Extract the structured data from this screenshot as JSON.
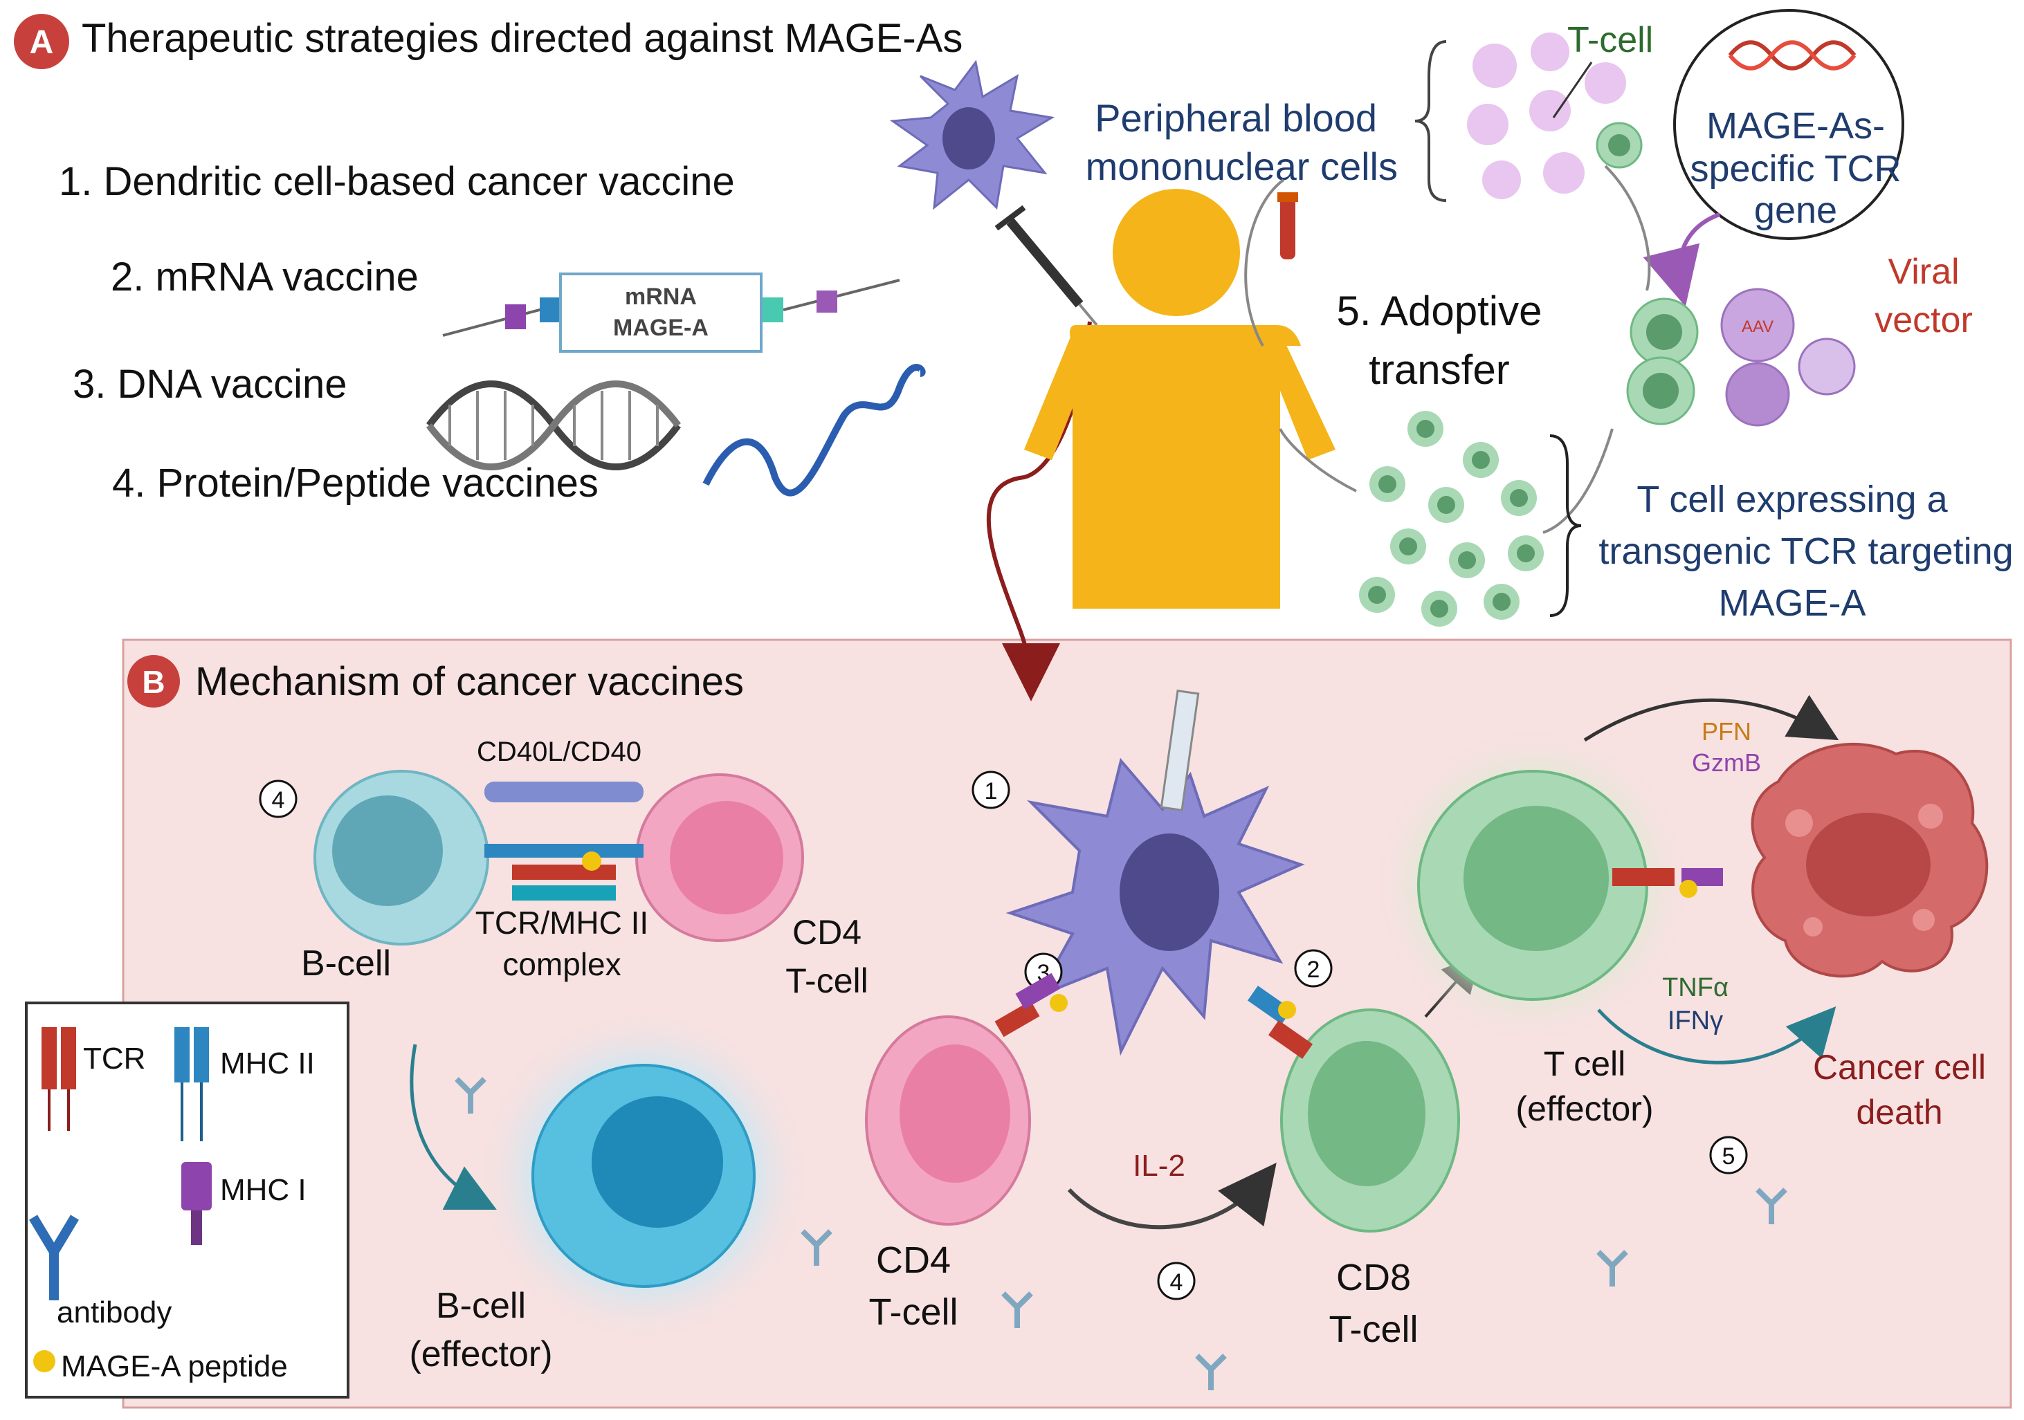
{
  "panel_a": {
    "badge": "A",
    "title": "Therapeutic strategies directed against MAGE-As",
    "strategies": [
      "1.  Dendritic cell-based cancer vaccine",
      "2. mRNA vaccine",
      "3. DNA vaccine",
      "4. Protein/Peptide vaccines"
    ],
    "mrna_box": [
      "mRNA",
      "MAGE-A"
    ],
    "pbmc_label": [
      "Peripheral blood",
      "mononuclear cells"
    ],
    "tcell_label": "T-cell",
    "tcr_gene_label": [
      "MAGE-As-",
      "specific TCR",
      "gene"
    ],
    "viral_vector_label": [
      "Viral",
      "vector"
    ],
    "adoptive_label": [
      "5. Adoptive",
      "transfer"
    ],
    "transgenic_label": [
      "T cell expressing a",
      "transgenic  TCR targeting",
      "MAGE-A"
    ],
    "aav_label": "AAV"
  },
  "panel_b": {
    "badge": "B",
    "title": "Mechanism of cancer vaccines",
    "cd40_label": "CD40L/CD40",
    "bcell_label": "B-cell",
    "tcr_mhc_label": [
      "TCR/MHC II",
      "complex"
    ],
    "cd4_top_label": [
      "CD4",
      "T-cell"
    ],
    "bcell_effector_label": [
      "B-cell",
      "(effector)"
    ],
    "cd4_bottom_label": [
      "CD4",
      "T-cell"
    ],
    "il2_label": "IL-2",
    "cd8_label": [
      "CD8",
      "T-cell"
    ],
    "teff_label": [
      "T cell",
      "(effector)"
    ],
    "pfn_label": "PFN",
    "gzmb_label": "GzmB",
    "tnfa_label": "TNFα",
    "ifng_label": "IFNγ",
    "cancer_death_label": [
      "Cancer cell",
      "death"
    ],
    "step_numbers": [
      "1",
      "2",
      "3",
      "4",
      "4",
      "5"
    ]
  },
  "legend": {
    "tcr": "TCR",
    "mhc2": "MHC II",
    "mhc1": "MHC I",
    "antibody": "antibody",
    "peptide": "MAGE-A peptide"
  },
  "colors": {
    "badge_red": "#c8403c",
    "panel_b_bg": "#f7e1e1",
    "navy_text": "#1f3c6e",
    "dark_red_text": "#8c1d1d",
    "viral_red": "#c0392b",
    "person_yellow": "#f4b41a",
    "dendritic_purple": "#8e8bd4",
    "bcell_teal": "#a8d9e0",
    "cd4_pink": "#f3a6c1",
    "cd8_green": "#a9d8b5",
    "effector_bcell_blue": "#57bfe0",
    "cancer_red": "#d46a6a"
  }
}
